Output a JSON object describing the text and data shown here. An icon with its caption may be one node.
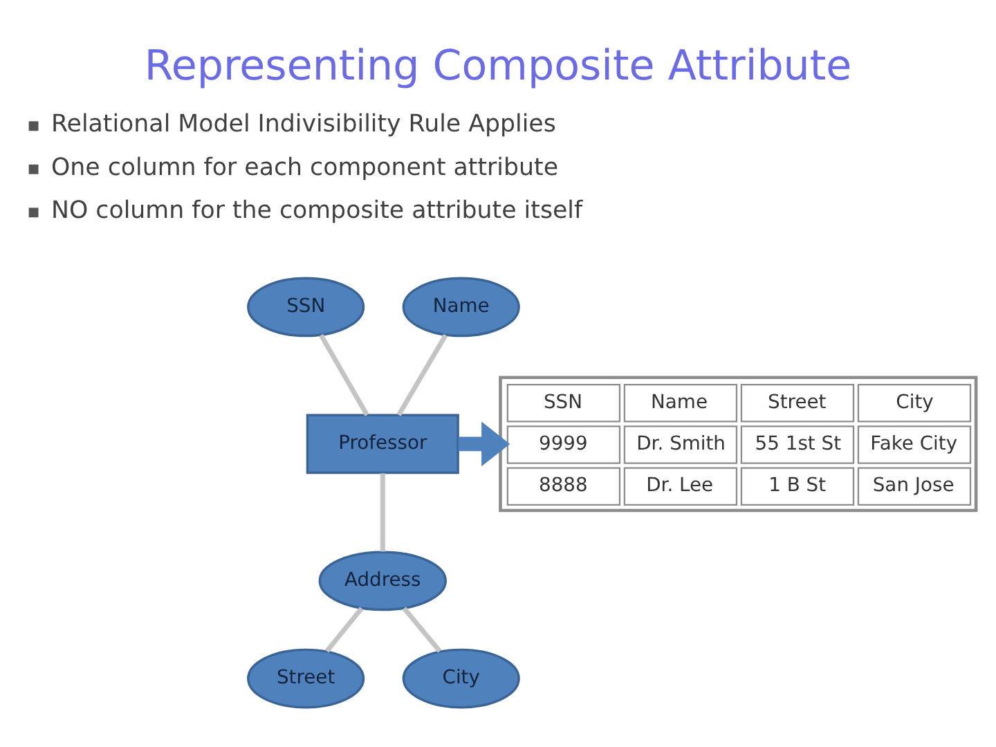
{
  "diagram": {
    "title": "Representing Composite Attribute",
    "nodes": [
      {
        "text": [
          "SSN"
        ]
      },
      {
        "text": [
          "Name"
        ]
      },
      {
        "text": [
          "Professor"
        ]
      },
      {
        "text": [
          "SSN",
          "Name",
          "Street",
          "City",
          "9999",
          "Dr. Smith",
          "55 1st St",
          "Fake City",
          "8888",
          "Dr. Lee",
          "1 B St",
          "San Jose"
        ]
      },
      {
        "text": [
          "Address"
        ]
      },
      {
        "text": [
          "Street"
        ]
      },
      {
        "text": [
          "City"
        ]
      }
    ],
    "edges": [
      {
        "from": 0,
        "to": 2,
        "arrow": "none"
      },
      {
        "from": 1,
        "to": 2,
        "arrow": "none"
      },
      {
        "from": 2,
        "to": 3,
        "arrow": "to",
        "style": "thick",
        "color": "#4f81bd"
      },
      {
        "from": 2,
        "to": 4,
        "arrow": "none"
      },
      {
        "from": 4,
        "to": 5,
        "arrow": "none"
      },
      {
        "from": 4,
        "to": 6,
        "arrow": "none"
      }
    ],
    "labels": [
      "Relational Model Indivisibility Rule Applies",
      "One column for each component attribute",
      "NO column for the composite attribute itself"
    ]
  }
}
